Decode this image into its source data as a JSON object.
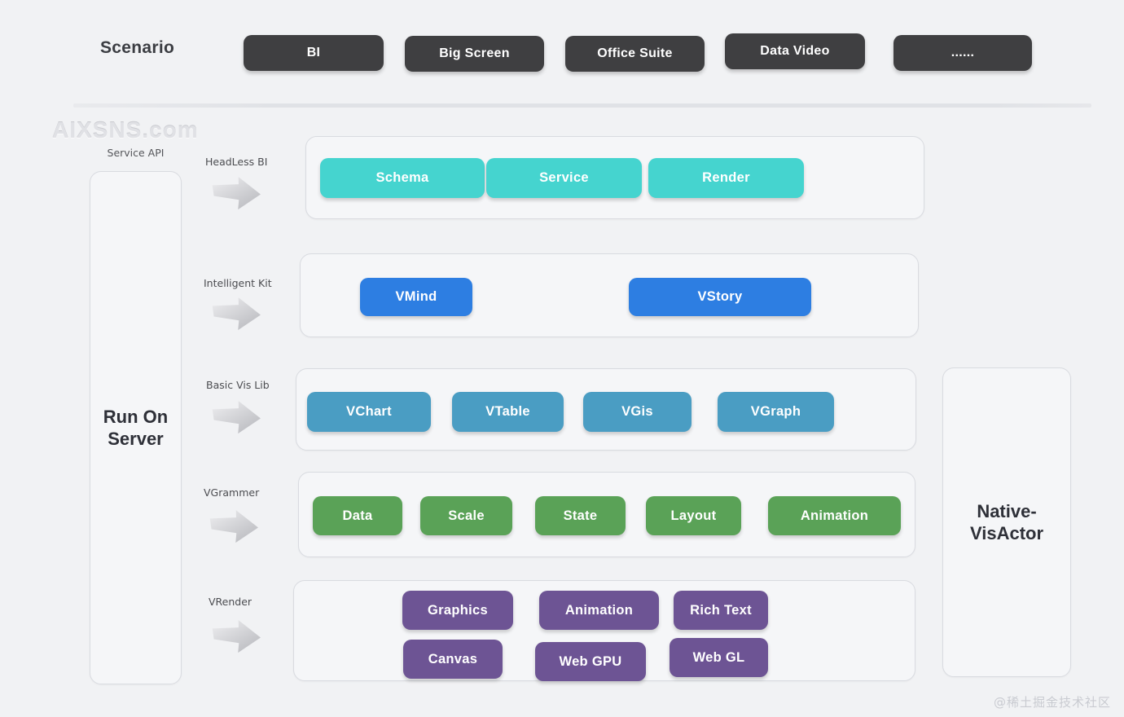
{
  "scenario": {
    "label": "Scenario",
    "buttons": [
      "BI",
      "Big Screen",
      "Office Suite",
      "Data Video",
      "......"
    ]
  },
  "watermarks": {
    "top": "AIXSNS.com",
    "bottom": "@稀土掘金技术社区"
  },
  "left_panel": {
    "caption": "Service API",
    "title_line1": "Run On",
    "title_line2": "Server"
  },
  "right_panel": {
    "title_line1": "Native-",
    "title_line2": "VisActor"
  },
  "rows": [
    {
      "label": "HeadLess BI",
      "color": "#45d4cf",
      "items": [
        "Schema",
        "Service",
        "Render"
      ]
    },
    {
      "label": "Intelligent Kit",
      "color": "#2d7ee2",
      "items": [
        "VMind",
        "VStory"
      ]
    },
    {
      "label": "Basic Vis Lib",
      "color": "#4a9dc3",
      "items": [
        "VChart",
        "VTable",
        "VGis",
        "VGraph"
      ]
    },
    {
      "label": "VGrammer",
      "color": "#5aa257",
      "items": [
        "Data",
        "Scale",
        "State",
        "Layout",
        "Animation"
      ]
    },
    {
      "label": "VRender",
      "color": "#6d5494",
      "items_row1": [
        "Graphics",
        "Animation",
        "Rich Text"
      ],
      "items_row2": [
        "Canvas",
        "Web GPU",
        "Web GL"
      ]
    }
  ],
  "colors": {
    "background": "#f1f2f4",
    "scenario_button": "#3f3f41",
    "teal": "#45d4cf",
    "blue": "#2d7ee2",
    "steel_blue": "#4a9dc3",
    "green": "#5aa257",
    "purple": "#6d5494",
    "frame_border": "#d9dbe0"
  }
}
